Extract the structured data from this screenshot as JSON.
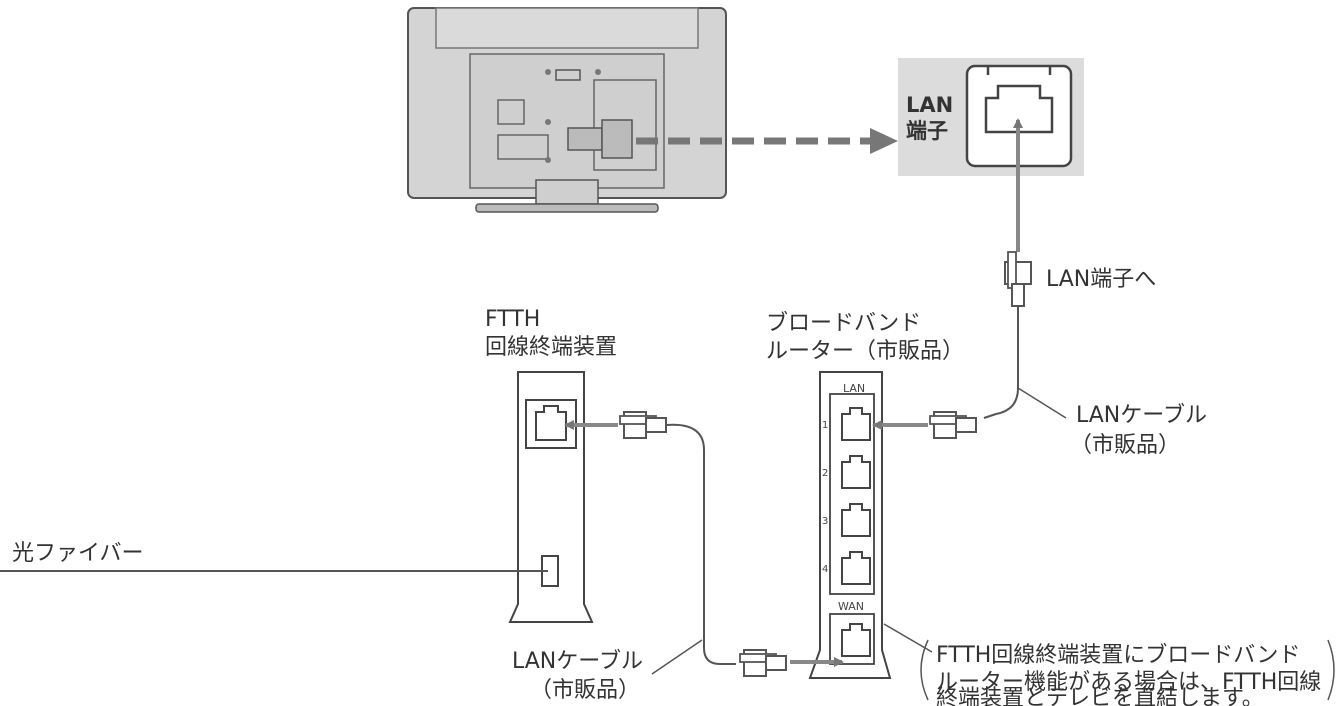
{
  "tv_panel": {
    "label_line1": "LAN",
    "label_line2": "端子"
  },
  "connector_label": "LAN端子へ",
  "ftth_device": {
    "label_line1": "FTTH",
    "label_line2": "回線終端装置"
  },
  "router": {
    "label_line1": "ブロードバンド",
    "label_line2": "ルーター（市販品）",
    "lan_header": "LAN",
    "ports": [
      "1",
      "2",
      "3",
      "4"
    ],
    "wan_label": "WAN"
  },
  "fiber_label": "光ファイバー",
  "cable_right": {
    "line1": "LANケーブル",
    "line2": "（市販品）"
  },
  "cable_left": {
    "line1": "LANケーブル",
    "line2": "（市販品）"
  },
  "note": {
    "line1": "FTTH回線終端装置にブロードバンド",
    "line2": "ルーター機能がある場合は、FTTH回線",
    "line3": "終端装置とテレビを直結します。"
  },
  "colors": {
    "stroke": "#555555",
    "arrow": "#777777",
    "panel_bg": "#dcdcdc",
    "tv_body": "#d4d4d4"
  }
}
